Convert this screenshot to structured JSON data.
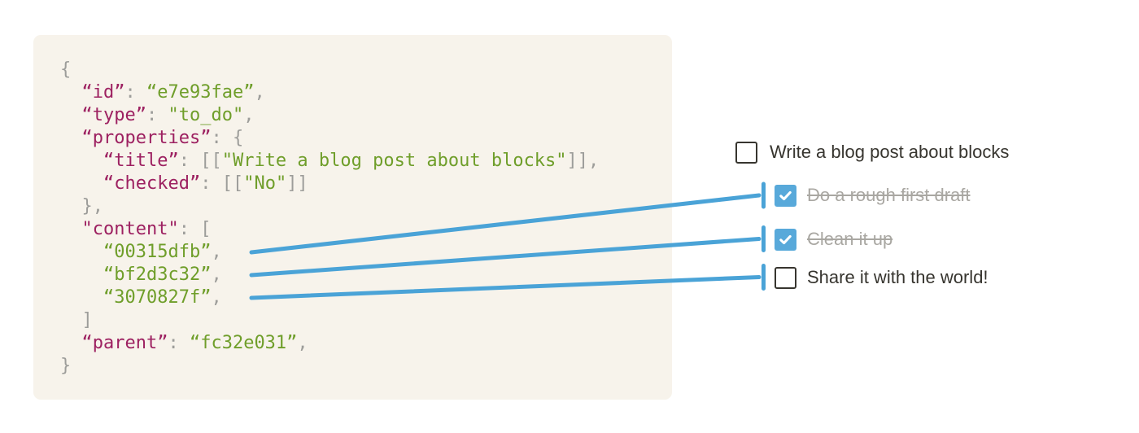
{
  "colors": {
    "panel_background": "#f7f3eb",
    "code_key": "#9d2161",
    "code_value": "#6f9e2a",
    "code_punctuation": "#9d9d9a",
    "connector_blue": "#4aa3d7",
    "checkbox_checked_background": "#58a9da",
    "todo_text": "#37352f",
    "todo_done_text": "#a9a7a2"
  },
  "code_block": {
    "lines": [
      [
        {
          "t": "{",
          "c": "pun"
        }
      ],
      [
        {
          "t": "  ",
          "c": "pun"
        },
        {
          "t": "“id”",
          "c": "key"
        },
        {
          "t": ": ",
          "c": "pun"
        },
        {
          "t": "“e7e93fae”",
          "c": "val"
        },
        {
          "t": ",",
          "c": "pun"
        }
      ],
      [
        {
          "t": "  ",
          "c": "pun"
        },
        {
          "t": "“type”",
          "c": "key"
        },
        {
          "t": ": ",
          "c": "pun"
        },
        {
          "t": "\"to_do\"",
          "c": "val"
        },
        {
          "t": ",",
          "c": "pun"
        }
      ],
      [
        {
          "t": "  ",
          "c": "pun"
        },
        {
          "t": "“properties”",
          "c": "key"
        },
        {
          "t": ": ",
          "c": "pun"
        },
        {
          "t": "{",
          "c": "pun"
        }
      ],
      [
        {
          "t": "    ",
          "c": "pun"
        },
        {
          "t": "“title”",
          "c": "key"
        },
        {
          "t": ": ",
          "c": "pun"
        },
        {
          "t": "[[",
          "c": "pun"
        },
        {
          "t": "\"Write a blog post about blocks\"",
          "c": "val"
        },
        {
          "t": "]],",
          "c": "pun"
        }
      ],
      [
        {
          "t": "    ",
          "c": "pun"
        },
        {
          "t": "“checked”",
          "c": "key"
        },
        {
          "t": ": ",
          "c": "pun"
        },
        {
          "t": "[[",
          "c": "pun"
        },
        {
          "t": "\"No\"",
          "c": "val"
        },
        {
          "t": "]]",
          "c": "pun"
        }
      ],
      [
        {
          "t": "  },",
          "c": "pun"
        }
      ],
      [
        {
          "t": "  ",
          "c": "pun"
        },
        {
          "t": "\"content\"",
          "c": "key"
        },
        {
          "t": ": ",
          "c": "pun"
        },
        {
          "t": "[",
          "c": "pun"
        }
      ],
      [
        {
          "t": "    ",
          "c": "pun"
        },
        {
          "t": "“00315dfb”",
          "c": "val"
        },
        {
          "t": ",",
          "c": "pun"
        }
      ],
      [
        {
          "t": "    ",
          "c": "pun"
        },
        {
          "t": "“bf2d3c32”",
          "c": "val"
        },
        {
          "t": ",",
          "c": "pun"
        }
      ],
      [
        {
          "t": "    ",
          "c": "pun"
        },
        {
          "t": "“3070827f”",
          "c": "val"
        },
        {
          "t": ",",
          "c": "pun"
        }
      ],
      [
        {
          "t": "  ]",
          "c": "pun"
        }
      ],
      [
        {
          "t": "  ",
          "c": "pun"
        },
        {
          "t": "“parent”",
          "c": "key"
        },
        {
          "t": ": ",
          "c": "pun"
        },
        {
          "t": "“fc32e031”",
          "c": "val"
        },
        {
          "t": ",",
          "c": "pun"
        }
      ],
      [
        {
          "t": "}",
          "c": "pun"
        }
      ]
    ]
  },
  "todo_list": {
    "items": [
      {
        "label": "Write a blog post about blocks",
        "checked": false,
        "completed": false,
        "indented": false
      },
      {
        "label": "Do a rough first draft",
        "checked": true,
        "completed": true,
        "indented": true
      },
      {
        "label": "Clean it up",
        "checked": true,
        "completed": true,
        "indented": true
      },
      {
        "label": "Share it with the world!",
        "checked": false,
        "completed": false,
        "indented": true
      }
    ]
  },
  "connections": [
    {
      "from_content_id": "00315dfb",
      "to_item": "Do a rough first draft"
    },
    {
      "from_content_id": "bf2d3c32",
      "to_item": "Clean it up"
    },
    {
      "from_content_id": "3070827f",
      "to_item": "Share it with the world!"
    }
  ]
}
